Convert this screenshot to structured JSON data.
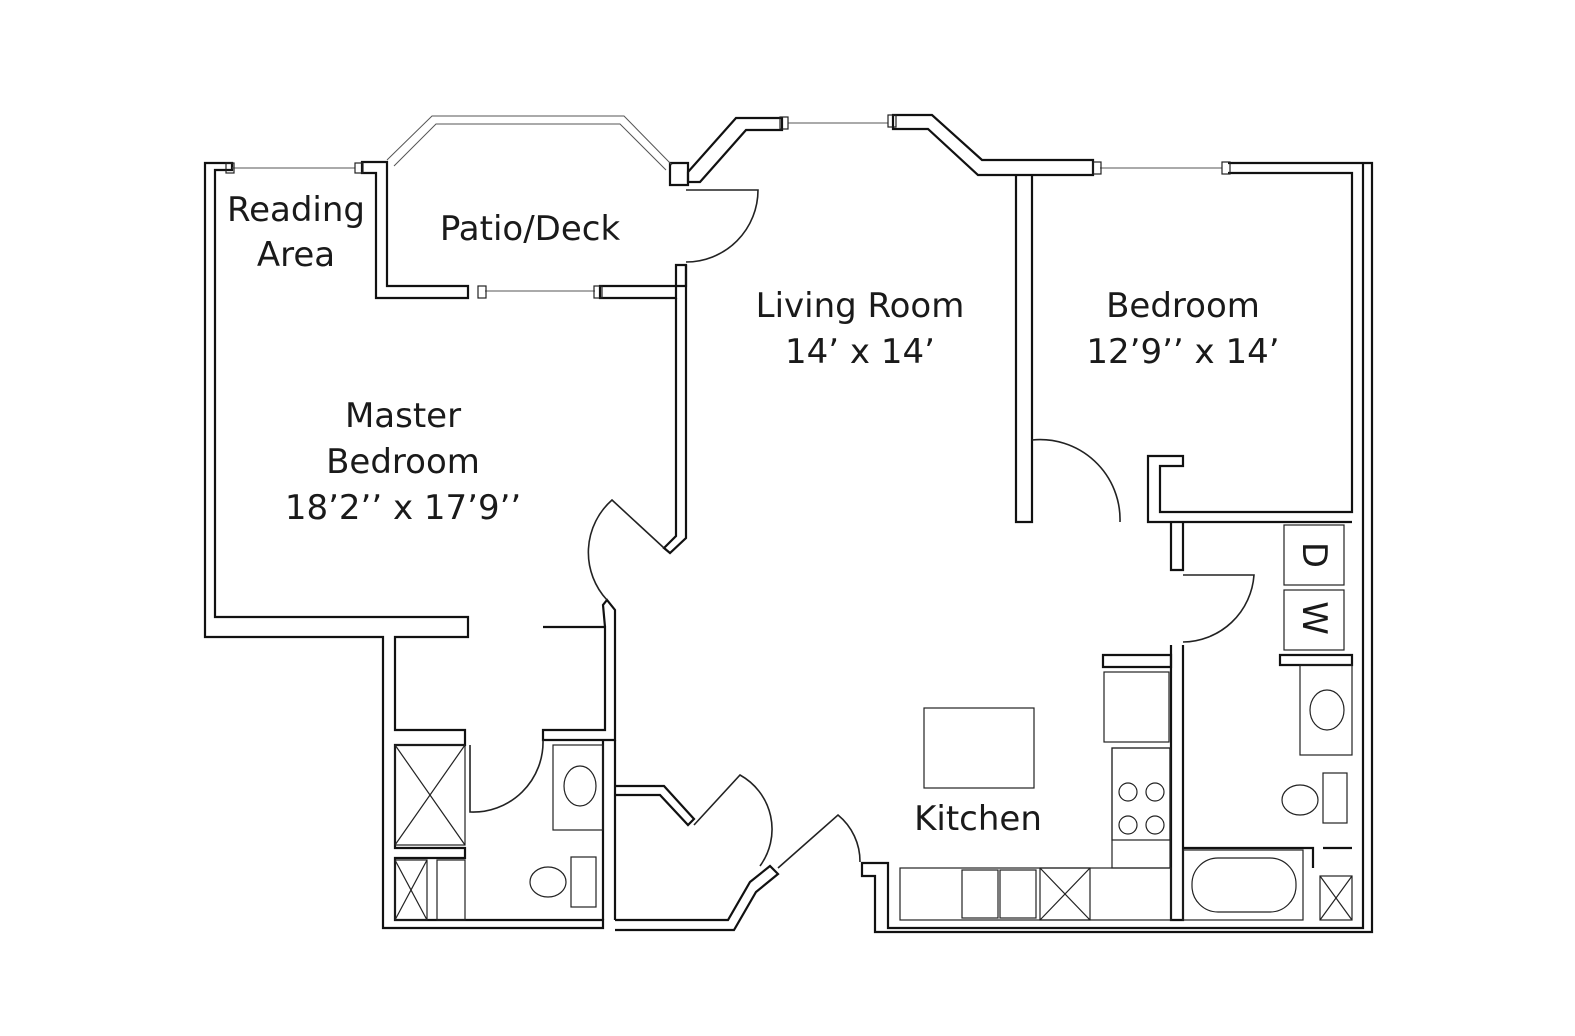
{
  "rooms": {
    "reading": {
      "line1": "Reading",
      "line2": "Area"
    },
    "patio": {
      "name": "Patio/Deck"
    },
    "living": {
      "name": "Living Room",
      "size": "14’ x 14’"
    },
    "bedroom": {
      "name": "Bedroom",
      "size": "12’9’’ x 14’"
    },
    "master": {
      "line1": "Master",
      "line2": "Bedroom",
      "size": "18’2’’ x 17’9’’"
    },
    "kitchen": {
      "name": "Kitchen"
    }
  },
  "appliances": {
    "dishwasher_top": "D",
    "dishwasher_bottom": "W"
  }
}
